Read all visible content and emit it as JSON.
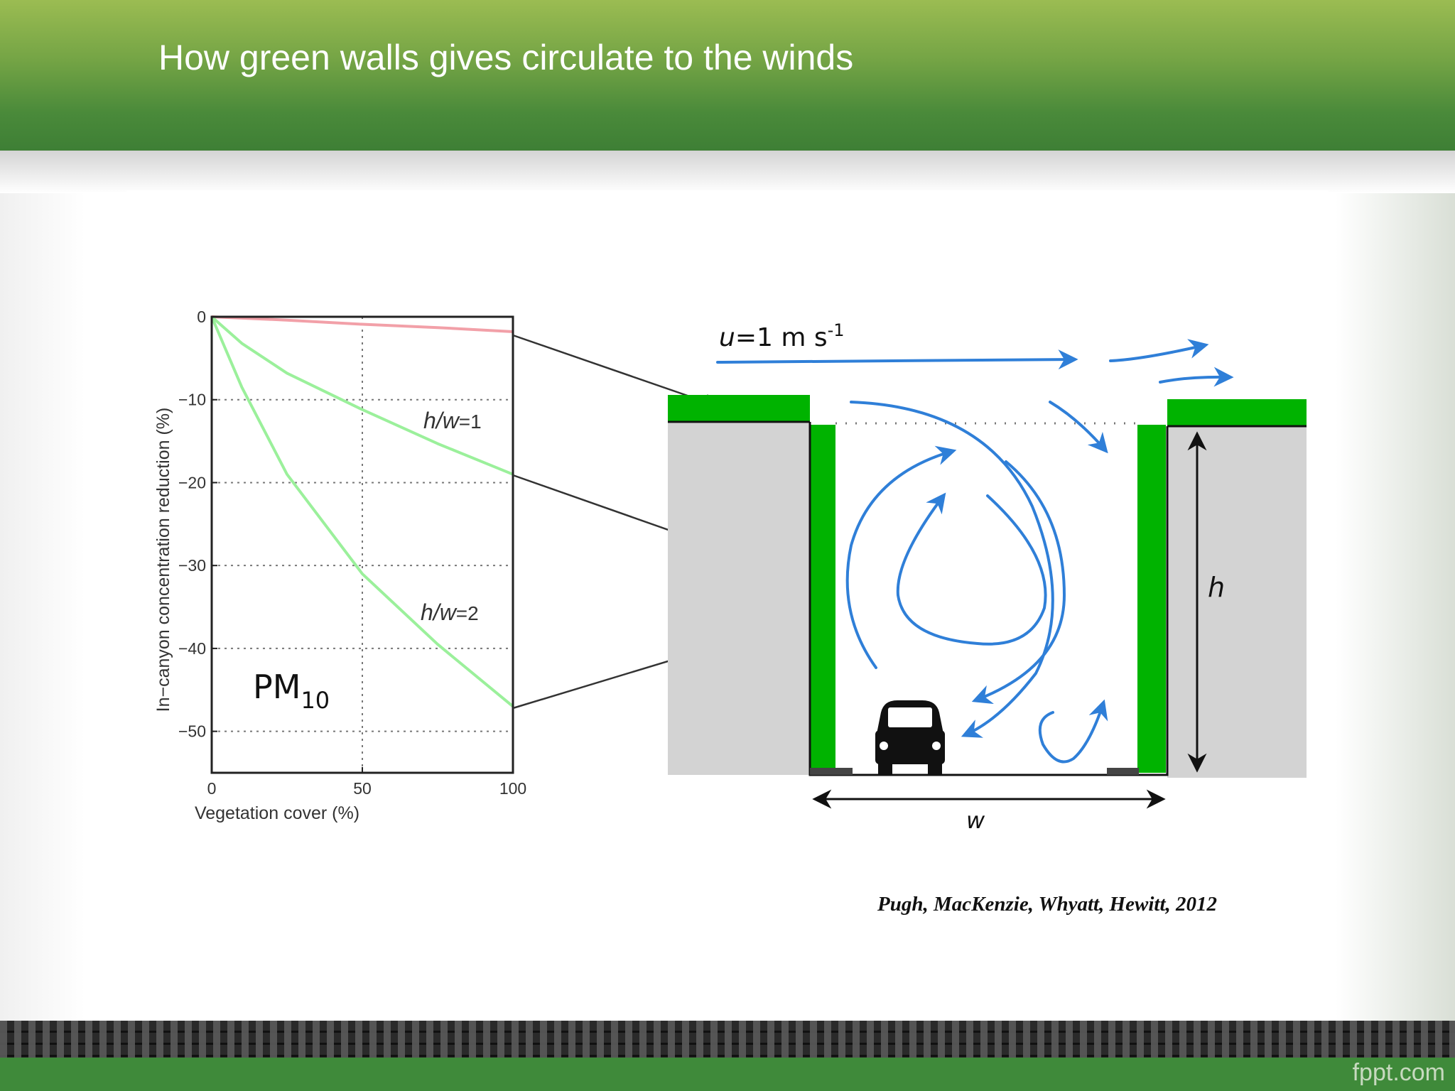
{
  "slide": {
    "title": "How green walls gives circulate to the winds",
    "brand": "fppt.com"
  },
  "colors": {
    "header_green": "#4a8a3a",
    "footer_green": "#3f8a3a",
    "vegetation_green": "#00b300",
    "building_gray": "#d3d3d3",
    "flow_blue": "#2f7fd8",
    "line_pink": "#f2a0a8",
    "line_green": "#9bf09b"
  },
  "chart_data": {
    "type": "line",
    "xlabel": "Vegetation cover (%)",
    "ylabel": "In−canyon concentration reduction (%)",
    "xlim": [
      0,
      100
    ],
    "ylim": [
      -55,
      0
    ],
    "xticks": [
      0,
      50,
      100
    ],
    "yticks": [
      0,
      -10,
      -20,
      -30,
      -40,
      -50
    ],
    "grid": true,
    "pollutant_label": "PM",
    "pollutant_subscript": "10",
    "series": [
      {
        "name": "",
        "color": "#f2a0a8",
        "x": [
          0,
          25,
          50,
          75,
          100
        ],
        "y": [
          0,
          -0.4,
          -0.9,
          -1.3,
          -1.8
        ]
      },
      {
        "name": "h/w=1",
        "color": "#9bf09b",
        "x": [
          0,
          10,
          25,
          50,
          75,
          100
        ],
        "y": [
          0,
          -3.2,
          -6.8,
          -11.2,
          -15.3,
          -19
        ]
      },
      {
        "name": "h/w=2",
        "color": "#9bf09b",
        "x": [
          0,
          10,
          25,
          50,
          75,
          100
        ],
        "y": [
          0,
          -8.5,
          -19,
          -31,
          -39.5,
          -47
        ]
      }
    ],
    "annotations": {
      "hw1_prefix": "h/w",
      "hw1_suffix": "=1",
      "hw2_prefix": "h/w",
      "hw2_suffix": "=2"
    }
  },
  "diagram": {
    "wind_label_prefix": "u",
    "wind_label_value": "=1 m s",
    "wind_label_exponent": "-1",
    "height_label": "h",
    "width_label": "w"
  },
  "citation": "Pugh, MacKenzie, Whyatt, Hewitt, 2012"
}
